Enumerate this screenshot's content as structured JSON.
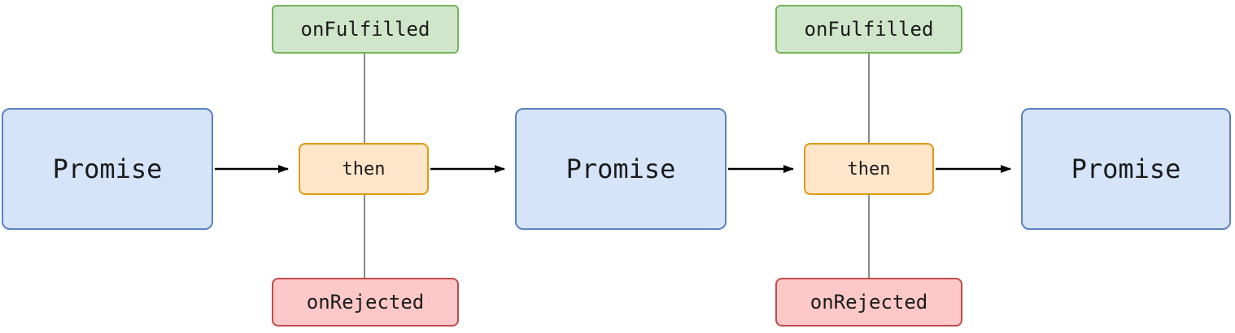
{
  "diagram": {
    "type": "flowchart",
    "description": "Promise chaining: a Promise flows through then (with onFulfilled and onRejected handlers) to produce a new Promise, repeated twice"
  },
  "nodes": [
    {
      "id": "promise-1",
      "type": "promise",
      "label": "Promise"
    },
    {
      "id": "on-fulfilled-1",
      "type": "fulfilled",
      "label": "onFulfilled"
    },
    {
      "id": "then-1",
      "type": "then",
      "label": "then"
    },
    {
      "id": "on-rejected-1",
      "type": "rejected",
      "label": "onRejected"
    },
    {
      "id": "promise-2",
      "type": "promise",
      "label": "Promise"
    },
    {
      "id": "on-fulfilled-2",
      "type": "fulfilled",
      "label": "onFulfilled"
    },
    {
      "id": "then-2",
      "type": "then",
      "label": "then"
    },
    {
      "id": "on-rejected-2",
      "type": "rejected",
      "label": "onRejected"
    },
    {
      "id": "promise-3",
      "type": "promise",
      "label": "Promise"
    }
  ],
  "palette": {
    "promise_fill": "#d6e4fa",
    "promise_stroke": "#5a82c2",
    "then_fill": "#ffe5c9",
    "then_stroke": "#dc9b12",
    "fulfilled_fill": "#d0e6ca",
    "fulfilled_stroke": "#74b45c",
    "rejected_fill": "#ffc8c8",
    "rejected_stroke": "#c14a4a",
    "arrow_color": "#000000",
    "connector_color": "#8a8a8a",
    "text_color": "#1a1a1a",
    "background": "#ffffff"
  }
}
